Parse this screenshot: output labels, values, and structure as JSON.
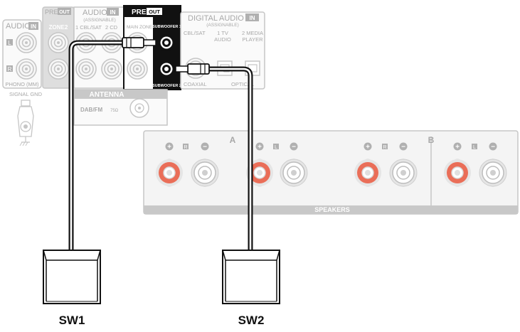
{
  "panel": {
    "audio_in": {
      "title": "AUDIO",
      "title_badge": "IN",
      "l_mark": "L",
      "r_mark": "R",
      "phono": "PHONO (MM)"
    },
    "signal_gnd": "SIGNAL GND",
    "pre_out_zone2": {
      "title": "PRE",
      "title_badge": "OUT",
      "label": "ZONE2"
    },
    "audio_in_assignable": {
      "title": "AUDIO",
      "title_badge": "IN",
      "subtitle": "(ASSIGNABLE)",
      "jack1": "1 CBL/SAT",
      "jack2": "2  CD"
    },
    "pre_out_main": {
      "title": "PRE",
      "title_badge": "OUT",
      "main_zone": "MAIN ZONE",
      "subwoofer1": "SUBWOOFER 1",
      "subwoofer2": "SUBWOOFER 2"
    },
    "digital_audio": {
      "title": "DIGITAL AUDIO",
      "title_badge": "IN",
      "subtitle": "(ASSIGNABLE)",
      "cbl_sat": "CBL/SAT",
      "tv_audio_num": "1  TV",
      "tv_audio": "AUDIO",
      "media_player_num": "2  MEDIA",
      "media_player": "PLAYER",
      "coaxial": "COAXIAL",
      "optical": "OPTICAL"
    },
    "antenna": {
      "title": "ANTENNA",
      "dab_fm": "DAB/FM",
      "ohm": "75Ω"
    },
    "speakers": {
      "label": "SPEAKERS",
      "zone_a": "A",
      "zone_b": "B",
      "plus": "+",
      "minus": "−",
      "r_mark": "R",
      "l_mark": "L"
    }
  },
  "devices": {
    "sw1": "SW1",
    "sw2": "SW2"
  },
  "colors": {
    "panel_stroke": "#c6c6c6",
    "panel_fill": "#f4f4f4",
    "label_gray": "#a8a8a8",
    "cable": "#111111",
    "speaker_red": "#ea6e58",
    "badge_black": "#111111"
  }
}
